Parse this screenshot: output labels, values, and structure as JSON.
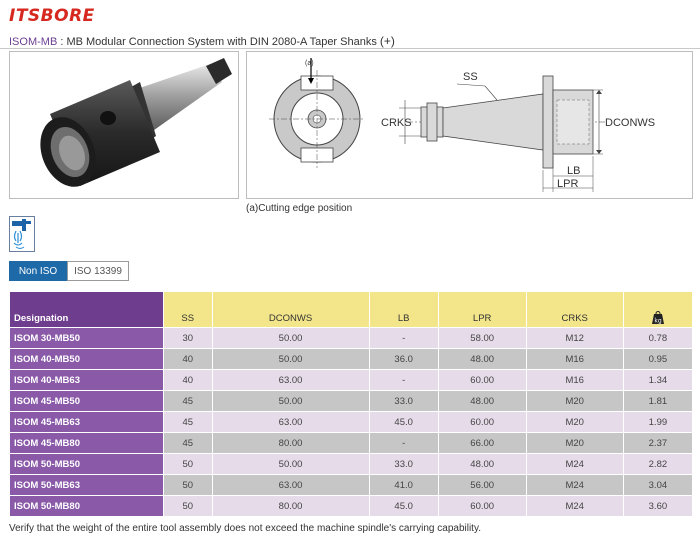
{
  "header": {
    "logo_text": "ITSBORE",
    "product_code": "ISOM-MB",
    "separator": " : ",
    "description": "MB Modular Connection System with DIN 2080-A Taper Shanks",
    "expand_symbol": "(+)"
  },
  "drawing": {
    "marker_label": "(a)",
    "dim_ss": "SS",
    "dim_crks": "CRKS",
    "dim_dconws": "DCONWS",
    "dim_lb": "LB",
    "dim_lpr": "LPR"
  },
  "caption": "(a)Cutting edge position",
  "coolant_icon": "coolant-tap-icon",
  "tabs": [
    {
      "label": "Non ISO",
      "active": true
    },
    {
      "label": "ISO 13399",
      "active": false
    }
  ],
  "table": {
    "headers": [
      "Designation",
      "SS",
      "DCONWS",
      "LB",
      "LPR",
      "CRKS"
    ],
    "weight_unit_icon": "kg",
    "rows": [
      {
        "designation": "ISOM 30-MB50",
        "ss": "30",
        "dconws": "50.00",
        "lb": "-",
        "lpr": "58.00",
        "crks": "M12",
        "weight": "0.78"
      },
      {
        "designation": "ISOM 40-MB50",
        "ss": "40",
        "dconws": "50.00",
        "lb": "36.0",
        "lpr": "48.00",
        "crks": "M16",
        "weight": "0.95"
      },
      {
        "designation": "ISOM 40-MB63",
        "ss": "40",
        "dconws": "63.00",
        "lb": "-",
        "lpr": "60.00",
        "crks": "M16",
        "weight": "1.34"
      },
      {
        "designation": "ISOM 45-MB50",
        "ss": "45",
        "dconws": "50.00",
        "lb": "33.0",
        "lpr": "48.00",
        "crks": "M20",
        "weight": "1.81"
      },
      {
        "designation": "ISOM 45-MB63",
        "ss": "45",
        "dconws": "63.00",
        "lb": "45.0",
        "lpr": "60.00",
        "crks": "M20",
        "weight": "1.99"
      },
      {
        "designation": "ISOM 45-MB80",
        "ss": "45",
        "dconws": "80.00",
        "lb": "-",
        "lpr": "66.00",
        "crks": "M20",
        "weight": "2.37"
      },
      {
        "designation": "ISOM 50-MB50",
        "ss": "50",
        "dconws": "50.00",
        "lb": "33.0",
        "lpr": "48.00",
        "crks": "M24",
        "weight": "2.82"
      },
      {
        "designation": "ISOM 50-MB63",
        "ss": "50",
        "dconws": "63.00",
        "lb": "41.0",
        "lpr": "56.00",
        "crks": "M24",
        "weight": "3.04"
      },
      {
        "designation": "ISOM 50-MB80",
        "ss": "50",
        "dconws": "80.00",
        "lb": "45.0",
        "lpr": "60.00",
        "crks": "M24",
        "weight": "3.60"
      }
    ]
  },
  "footnote": "Verify that the weight of the entire tool assembly does not exceed the machine spindle's carrying capability.",
  "colors": {
    "brand_red": "#d6281f",
    "header_purple": "#6f3d8e",
    "row_purple": "#8a5aa8",
    "header_yellow": "#f3e58a",
    "tab_blue": "#1e6aa8"
  }
}
